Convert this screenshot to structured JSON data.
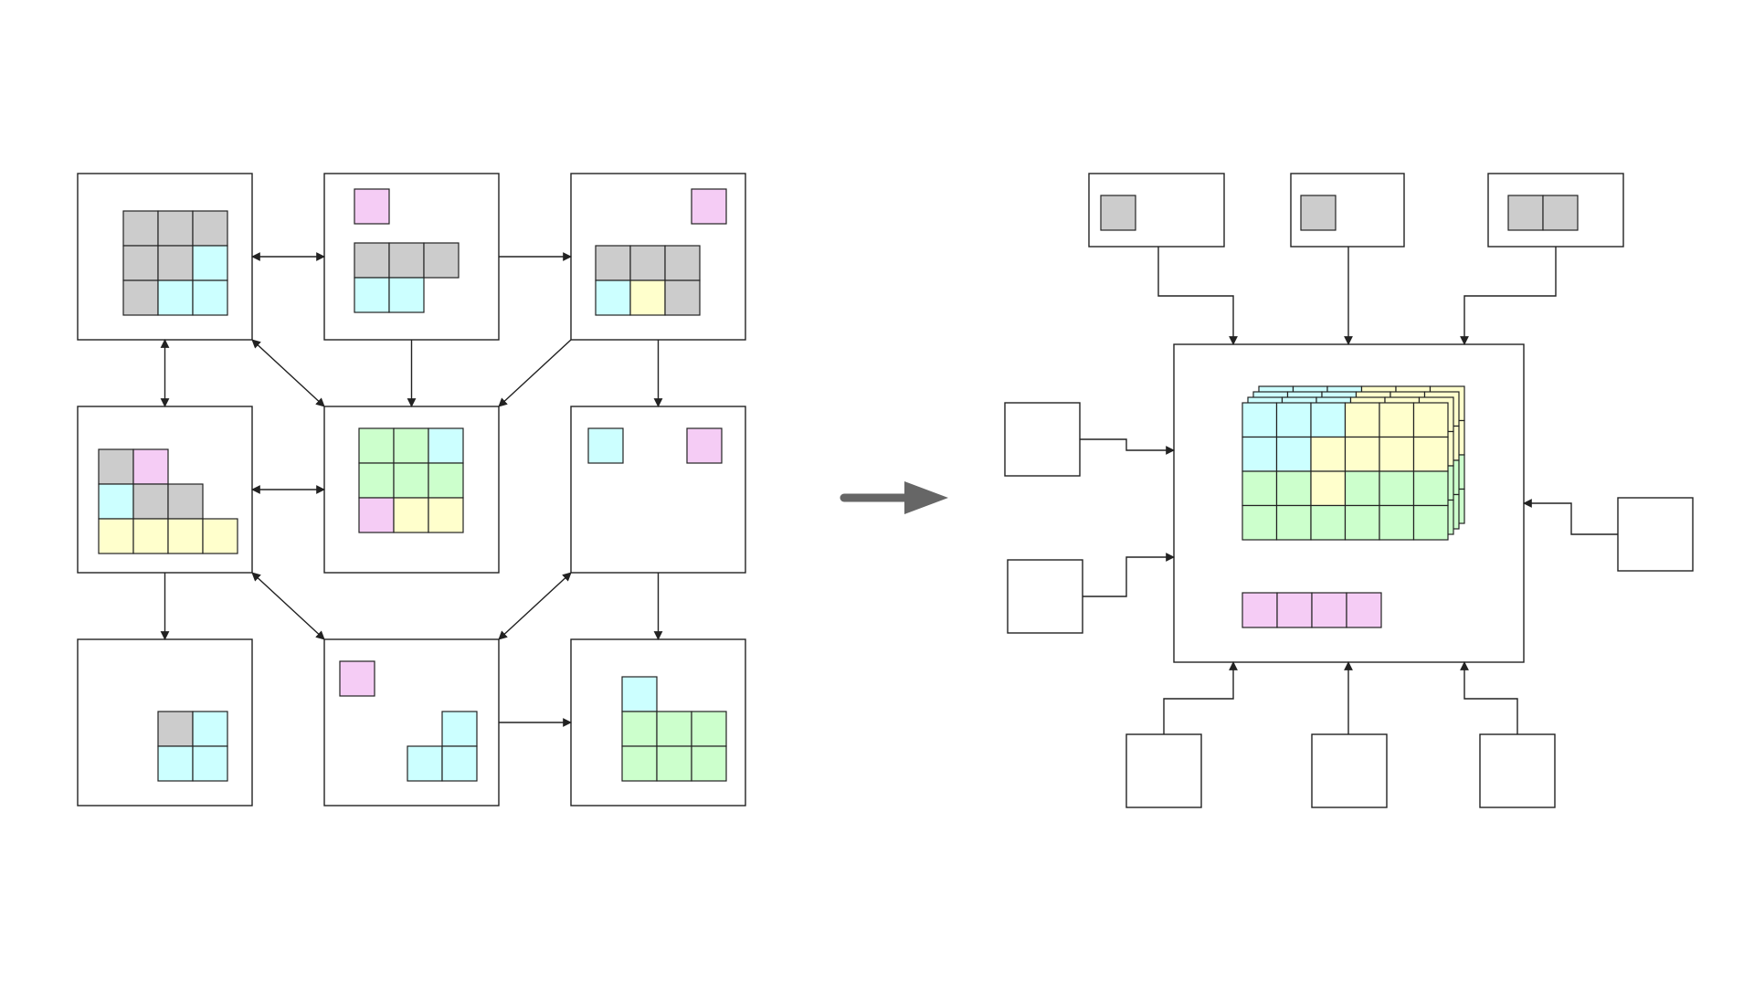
{
  "colors": {
    "gray": "#cccccc",
    "cyan": "#ccffff",
    "yellow": "#ffffcc",
    "green": "#ccffcc",
    "pink": "#f5ccf5",
    "stroke": "#222222",
    "arrow": "#666666",
    "background": "#ffffff"
  },
  "left_diagram": {
    "description_role": "distributed-memory-grid",
    "nodes": [
      {
        "id": "n11",
        "cells": [
          [
            "gray",
            "gray",
            "gray"
          ],
          [
            "gray",
            "gray",
            "cyan"
          ],
          [
            "gray",
            "cyan",
            "cyan"
          ]
        ],
        "extras": []
      },
      {
        "id": "n12",
        "cells": [
          [
            "gray",
            "gray",
            "gray"
          ],
          [
            "cyan",
            "cyan",
            ""
          ]
        ],
        "extras": [
          "pink"
        ]
      },
      {
        "id": "n13",
        "cells": [
          [
            "gray",
            "gray",
            "gray"
          ],
          [
            "cyan",
            "yellow",
            "gray"
          ]
        ],
        "extras": [
          "pink"
        ]
      },
      {
        "id": "n21",
        "cells": [
          [
            "gray",
            "pink",
            "",
            ""
          ],
          [
            "cyan",
            "gray",
            "gray",
            ""
          ],
          [
            "yellow",
            "yellow",
            "yellow",
            "yellow"
          ]
        ],
        "extras": []
      },
      {
        "id": "n22",
        "cells": [
          [
            "green",
            "green",
            "cyan"
          ],
          [
            "green",
            "green",
            "green"
          ],
          [
            "pink",
            "yellow",
            "yellow"
          ]
        ],
        "extras": []
      },
      {
        "id": "n23",
        "cells": [],
        "extras": [
          "cyan",
          "pink"
        ]
      },
      {
        "id": "n31",
        "cells": [
          [
            "gray",
            "cyan"
          ],
          [
            "cyan",
            "cyan"
          ]
        ],
        "extras": []
      },
      {
        "id": "n32",
        "cells": [
          [
            "",
            "cyan"
          ],
          [
            "cyan",
            "cyan"
          ]
        ],
        "extras": [
          "pink"
        ]
      },
      {
        "id": "n33",
        "cells": [
          [
            "cyan",
            "",
            ""
          ],
          [
            "green",
            "green",
            "green"
          ],
          [
            "green",
            "green",
            "green"
          ]
        ],
        "extras": []
      }
    ],
    "edges": [
      {
        "from": "n11",
        "to": "n12",
        "dir": "both"
      },
      {
        "from": "n12",
        "to": "n13",
        "dir": "forward"
      },
      {
        "from": "n11",
        "to": "n21",
        "dir": "both"
      },
      {
        "from": "n11",
        "to": "n22",
        "dir": "both"
      },
      {
        "from": "n12",
        "to": "n22",
        "dir": "forward"
      },
      {
        "from": "n13",
        "to": "n22",
        "dir": "forward"
      },
      {
        "from": "n13",
        "to": "n23",
        "dir": "forward"
      },
      {
        "from": "n21",
        "to": "n22",
        "dir": "both"
      },
      {
        "from": "n21",
        "to": "n31",
        "dir": "forward"
      },
      {
        "from": "n21",
        "to": "n32",
        "dir": "both"
      },
      {
        "from": "n23",
        "to": "n32",
        "dir": "both"
      },
      {
        "from": "n23",
        "to": "n33",
        "dir": "forward"
      },
      {
        "from": "n32",
        "to": "n33",
        "dir": "forward"
      }
    ]
  },
  "transition_arrow": {
    "meaning": "transforms-into"
  },
  "right_diagram": {
    "central_tensor": {
      "layers": 4,
      "front_grid": [
        [
          "cyan",
          "cyan",
          "cyan",
          "yellow",
          "yellow",
          "yellow"
        ],
        [
          "cyan",
          "cyan",
          "yellow",
          "yellow",
          "yellow",
          "yellow"
        ],
        [
          "green",
          "green",
          "yellow",
          "green",
          "green",
          "green"
        ],
        [
          "green",
          "green",
          "green",
          "green",
          "green",
          "green"
        ]
      ],
      "pink_row_cells": 4
    },
    "top_inputs": [
      {
        "id": "t1",
        "gray_cells": 1
      },
      {
        "id": "t2",
        "gray_cells": 1
      },
      {
        "id": "t3",
        "gray_cells": 2
      }
    ],
    "side_inputs": [
      "l1",
      "l2",
      "r1"
    ],
    "bottom_inputs": [
      "b1",
      "b2",
      "b3"
    ]
  }
}
